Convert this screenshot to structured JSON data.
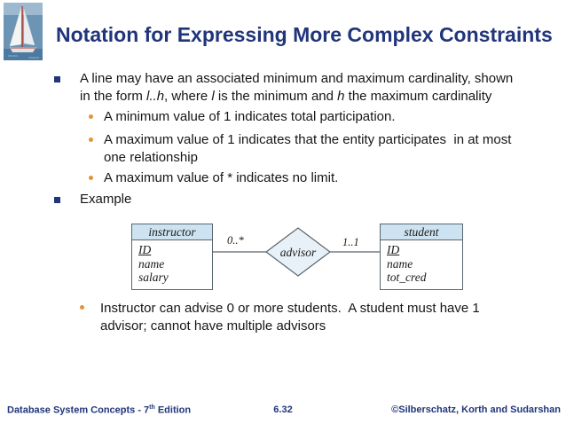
{
  "slide": {
    "title": "Notation for Expressing More Complex Constraints",
    "footer": {
      "left_prefix": "Database System Concepts - 7",
      "left_sup": "th",
      "left_suffix": " Edition",
      "page_number": "6.32",
      "right": "©Silberschatz, Korth and Sudarshan"
    }
  },
  "bullets": {
    "b1_line1": "A line may have an associated minimum and maximum cardinality, shown",
    "b1_line2": {
      "p0": "in the form ",
      "p1": "l..h",
      "p2": ", where ",
      "p3": "l",
      "p4": " is the minimum and ",
      "p5": "h",
      "p6": " the maximum cardinality"
    },
    "sub1": "A minimum value of 1 indicates total participation.",
    "sub2_line1": "A maximum value of 1 indicates that the entity participates  in at most",
    "sub2_line2": "one relationship",
    "sub3": "A maximum value of * indicates no limit.",
    "b2": "Example",
    "note_line1": "Instructor can advise 0 or more students.  A student must have 1",
    "note_line2": "advisor; cannot have multiple advisors"
  },
  "diagram": {
    "instructor": {
      "title": "instructor",
      "attrs": [
        "ID",
        "name",
        "salary"
      ]
    },
    "student": {
      "title": "student",
      "attrs": [
        "ID",
        "name",
        "tot_cred"
      ]
    },
    "relationship": "advisor",
    "left_cardinality": "0..*",
    "right_cardinality": "1..1"
  },
  "colors": {
    "title_navy": "#21357a",
    "bullet_square": "#21357a",
    "sub_bullet_orange": "#e2943d",
    "entity_header_fill": "#cde3f1",
    "diamond_fill": "#e8f1f8",
    "diagram_border": "#5a666e"
  }
}
